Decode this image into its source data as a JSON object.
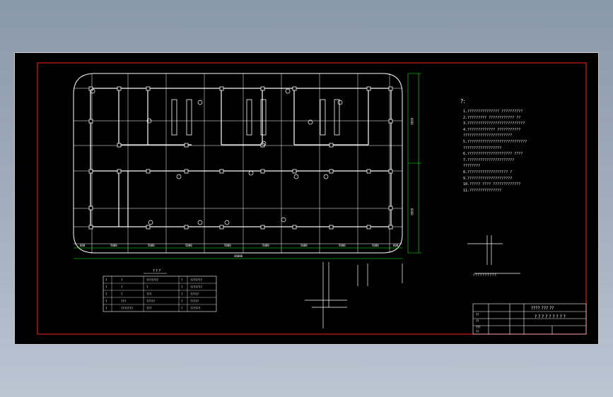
{
  "colors": {
    "background_outer": "#8a98ab",
    "sheet": "#000000",
    "border_red": "#ff2020",
    "grid": "#ffffff",
    "dimension_green": "#00ff00",
    "text": "#ffffff"
  },
  "drawing": {
    "notes_title": "?:",
    "notes": [
      "1.???????????????     ??????????",
      "2.?????????  ???????????? ??",
      "3.???????????????????????????",
      "4.?????????????  ???????????",
      "  ???????????????????????",
      "5.????????????????????????????",
      "  ??????????????????",
      "6.?????????????????????  ????",
      "7.??????????????????????",
      "  ????????",
      "8.???????????????????   ?",
      "9.?????????????????????",
      "10.?????   ???? ?????????????",
      "11.???????????????"
    ],
    "legend_title": "? ? ?",
    "legend_rows": [
      [
        "?",
        "?",
        "???????",
        "?",
        "???????"
      ],
      [
        "?",
        "?",
        "?",
        "?",
        "???????"
      ],
      [
        "?",
        "?",
        "???",
        "?",
        "?????"
      ],
      [
        "?",
        "???",
        "?????",
        "?",
        "?????"
      ],
      [
        "?",
        "???????",
        "???",
        "?",
        "??????"
      ]
    ],
    "title_block": {
      "project": "???? ???  ??",
      "sheet_title": "? ? ? ? ? ? ? ? ?",
      "left_rows": [
        "??",
        "??",
        "???",
        "??"
      ]
    },
    "section_caption": "? ? ? ? ? ? ? ? ? ?",
    "dimension_bottom": [
      "600",
      "5000",
      "5000",
      "5000",
      "5000",
      "5000",
      "5000",
      "5000",
      "5000",
      "600"
    ],
    "dimension_total": "40000",
    "dimension_right": [
      "6000",
      "6000"
    ]
  }
}
